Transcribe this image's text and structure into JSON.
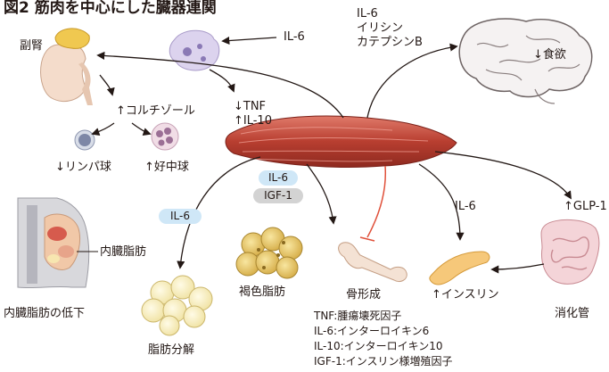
{
  "title": "図2 筋肉を中心にした臓器連関",
  "labels": {
    "adrenal": "副腎",
    "cortisol": "↑コルチゾール",
    "lymphocyte": "↓リンパ球",
    "neutrophil": "↑好中球",
    "il6_macrophage": "IL-6",
    "tnf": "↓TNF",
    "il10": "↑IL-10",
    "brain_signals": [
      "IL-6",
      "イリシン",
      "カテプシンB"
    ],
    "appetite": "↓食欲",
    "visceral_fat": "内臓脂肪",
    "visceral_fat_decrease": "内臓脂肪の低下",
    "il6_lipolysis": "IL-6",
    "lipolysis": "脂肪分解",
    "il6_brown": "IL-6",
    "igf1": "IGF-1",
    "brown_fat": "褐色脂肪",
    "bone": "骨形成",
    "il6_pancreas": "IL-6",
    "insulin": "↑インスリン",
    "glp1": "↑GLP-1",
    "gut": "消化管"
  },
  "legend": [
    "TNF:腫瘍壊死因子",
    "IL-6:インターロイキン6",
    "IL-10:インターロイキン10",
    "IGF-1:インスリン様増殖因子"
  ],
  "colors": {
    "muscle": "#c0473a",
    "inhibit_line": "#e0503a",
    "pill_blue": "#cfe7f7",
    "pill_gray": "#d3d3d3"
  }
}
